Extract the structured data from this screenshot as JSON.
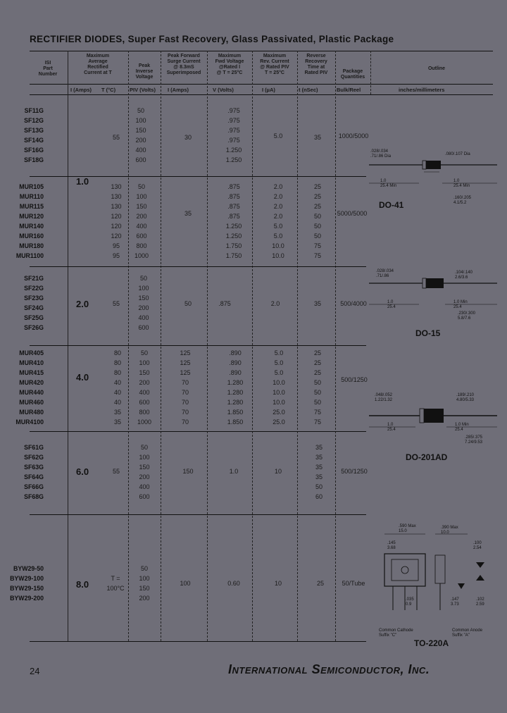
{
  "title": "RECTIFIER DIODES, Super Fast Recovery, Glass Passivated, Plastic Package",
  "headers": {
    "part": [
      "ISI",
      "Part",
      "Number"
    ],
    "current": [
      "Maximum",
      "Average",
      "Rectified",
      "Current at T"
    ],
    "piv": [
      "Peak",
      "Inverse",
      "Voltage"
    ],
    "surge": [
      "Peak Forward",
      "Surge Current",
      "@ 8.3mS",
      "Superimposed"
    ],
    "vf": [
      "Maximum",
      "Fwd Voltage",
      "@Rated I",
      "@ T = 25°C"
    ],
    "ir": [
      "Maximum",
      "Rev. Current",
      "@ Rated PIV",
      "T = 25°C"
    ],
    "trr": [
      "Reverse",
      "Recovery",
      "Time at",
      "Rated PIV"
    ],
    "package": [
      "Package",
      "Quantities"
    ],
    "outline": [
      "Outline"
    ]
  },
  "units": {
    "io": "I (Amps)",
    "tc": "T (°C)",
    "piv": "PIV (Volts)",
    "ifsm": "I (Amps)",
    "vf": "V (Volts)",
    "ir": "I (µA)",
    "trr": "t (nSec)",
    "pkg": "Bulk/Reel",
    "outline": "inches/millimeters"
  },
  "groups": [
    {
      "current": "1.0",
      "tc": "55",
      "parts": [
        "SF11G",
        "SF12G",
        "SF13G",
        "SF14G",
        "SF16G",
        "SF18G"
      ],
      "piv": [
        "50",
        "100",
        "150",
        "200",
        "400",
        "600"
      ],
      "surge": "30",
      "vf": [
        ".975",
        ".975",
        ".975",
        ".975",
        "1.250",
        "1.250"
      ],
      "ir": "5.0",
      "trr": "35",
      "pkg": "1000/5000"
    },
    {
      "parts": [
        "MUR105",
        "MUR110",
        "MUR115",
        "MUR120",
        "MUR140",
        "MUR160",
        "MUR180",
        "MUR1100"
      ],
      "tc": [
        "130",
        "130",
        "130",
        "120",
        "120",
        "120",
        "95",
        "95"
      ],
      "piv": [
        "50",
        "100",
        "150",
        "200",
        "400",
        "600",
        "800",
        "1000"
      ],
      "surge": "35",
      "vf": [
        ".875",
        ".875",
        ".875",
        ".875",
        "1.250",
        "1.250",
        "1.750",
        "1.750"
      ],
      "ir": [
        "2.0",
        "2.0",
        "2.0",
        "2.0",
        "5.0",
        "5.0",
        "10.0",
        "10.0"
      ],
      "trr": [
        "25",
        "25",
        "25",
        "50",
        "50",
        "50",
        "75",
        "75"
      ],
      "pkg": "5000/5000"
    },
    {
      "current": "2.0",
      "tc": "55",
      "parts": [
        "SF21G",
        "SF22G",
        "SF23G",
        "SF24G",
        "SF25G",
        "SF26G"
      ],
      "piv": [
        "50",
        "100",
        "150",
        "200",
        "400",
        "600"
      ],
      "surge": "50",
      "vf": ".875",
      "ir": "2.0",
      "trr": "35",
      "pkg": "500/4000"
    },
    {
      "current": "4.0",
      "parts": [
        "MUR405",
        "MUR410",
        "MUR415",
        "MUR420",
        "MUR440",
        "MUR460",
        "MUR480",
        "MUR4100"
      ],
      "tc": [
        "80",
        "80",
        "80",
        "40",
        "40",
        "40",
        "35",
        "35"
      ],
      "piv": [
        "50",
        "100",
        "150",
        "200",
        "400",
        "600",
        "800",
        "1000"
      ],
      "surge": [
        "125",
        "125",
        "125",
        "70",
        "70",
        "70",
        "70",
        "70"
      ],
      "vf": [
        ".890",
        ".890",
        ".890",
        "1.280",
        "1.280",
        "1.280",
        "1.850",
        "1.850"
      ],
      "ir": [
        "5.0",
        "5.0",
        "5.0",
        "10.0",
        "10.0",
        "10.0",
        "25.0",
        "25.0"
      ],
      "trr": [
        "25",
        "25",
        "25",
        "50",
        "50",
        "50",
        "75",
        "75"
      ],
      "pkg": "500/1250"
    },
    {
      "current": "6.0",
      "tc": "55",
      "parts": [
        "SF61G",
        "SF62G",
        "SF63G",
        "SF64G",
        "SF66G",
        "SF68G"
      ],
      "piv": [
        "50",
        "100",
        "150",
        "200",
        "400",
        "600"
      ],
      "surge": "150",
      "vf": "1.0",
      "ir": "10",
      "trr": [
        "35",
        "35",
        "35",
        "35",
        "50",
        "60"
      ],
      "pkg": "500/1250"
    },
    {
      "current": "8.0",
      "tc": [
        "T = ",
        "100°C"
      ],
      "parts": [
        "BYW29-50",
        "BYW29-100",
        "BYW29-150",
        "BYW29-200"
      ],
      "piv": [
        "50",
        "100",
        "150",
        "200"
      ],
      "surge": "100",
      "vf": "0.60",
      "ir": "10",
      "trr": "25",
      "pkg": "50/Tube"
    }
  ],
  "packages": {
    "do41": {
      "label": "DO-41",
      "dims": [
        ".028/.034",
        ".71/.86",
        "Dia",
        "1.0",
        "25.4",
        "Min",
        ".080/.107",
        "Dia",
        ".160/.205",
        "4.1/5.2"
      ]
    },
    "do15": {
      "label": "DO-15",
      "dims": [
        ".028/.034",
        ".71/.86",
        ".104/.140",
        "2.6/3.6",
        "1.0",
        "25.4",
        "Min",
        ".230/.300",
        "5.8/7.6"
      ]
    },
    "do201": {
      "label": "DO-201AD",
      "dims": [
        ".048/.052",
        "1.22/1.32",
        ".189/.210",
        "4.80/5.33",
        "1.0",
        "25.4",
        "Min",
        ".285/.375",
        "7.24/9.53"
      ]
    },
    "to220": {
      "label": "TO-220A",
      "dims": [
        ".590",
        "15.0",
        "Max",
        ".390",
        "10.0",
        "Max",
        ".145",
        "3.68",
        ".100",
        "2.54",
        ".035",
        "0.9",
        ".147",
        "3.73",
        ".102",
        "2.59"
      ],
      "notes": [
        "Common Cathode",
        "Suffix \"C\"",
        "Common Anode",
        "Suffix \"A\""
      ]
    }
  },
  "footer": {
    "page": "24",
    "company": "International Semiconductor, Inc."
  }
}
